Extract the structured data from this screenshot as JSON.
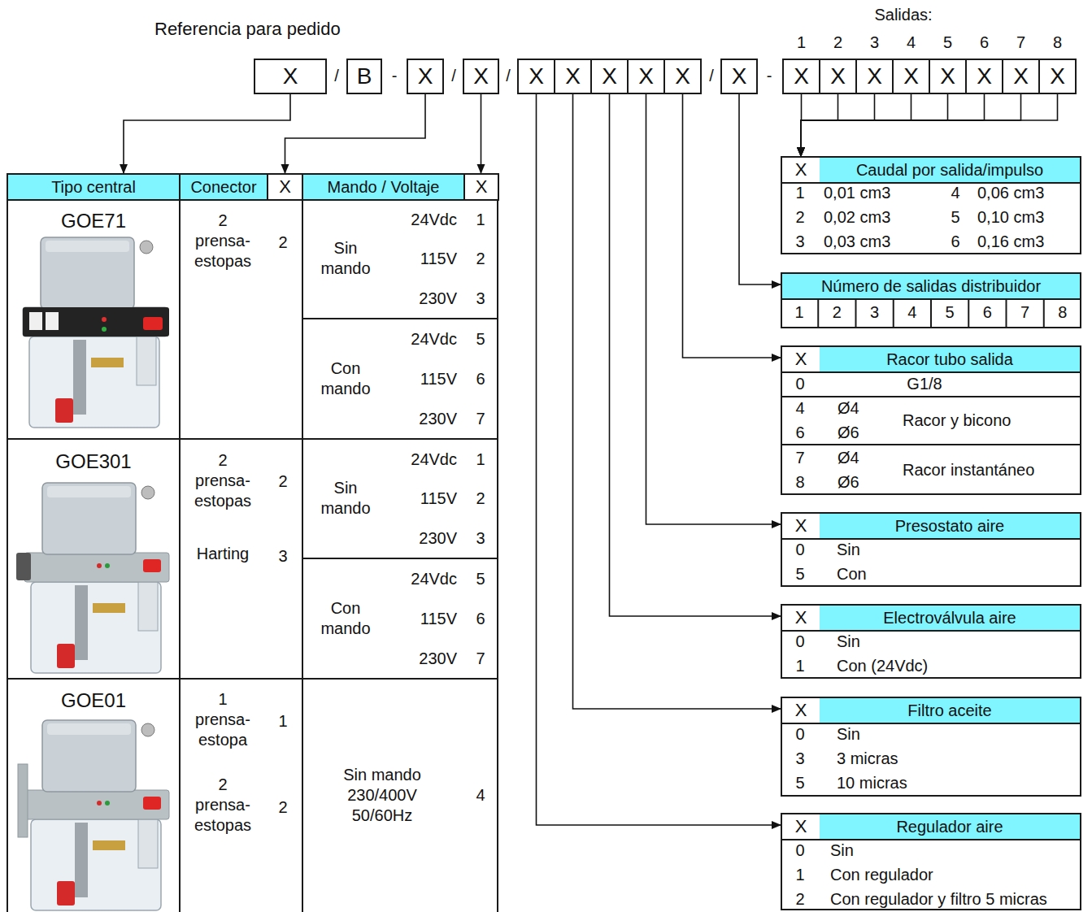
{
  "diagram": {
    "title": "Referencia para pedido",
    "nodes": [
      {
        "text": [
          "X"
        ]
      },
      {
        "text": [
          "B"
        ]
      },
      {
        "text": [
          "X"
        ]
      },
      {
        "text": [
          "X"
        ]
      },
      {
        "text": [
          "X"
        ]
      },
      {
        "text": [
          "X"
        ]
      },
      {
        "text": [
          "X"
        ]
      },
      {
        "text": [
          "X"
        ]
      },
      {
        "text": [
          "X"
        ]
      },
      {
        "text": [
          "X"
        ]
      },
      {
        "text": [
          "X"
        ]
      },
      {
        "text": [
          "X"
        ]
      },
      {
        "text": [
          "X"
        ]
      },
      {
        "text": [
          "X"
        ]
      },
      {
        "text": [
          "X"
        ]
      },
      {
        "text": [
          "X"
        ]
      },
      {
        "text": [
          "X"
        ]
      },
      {
        "text": [
          "X"
        ]
      },
      {
        "text": [
          "Tipo central"
        ]
      },
      {
        "text": [
          "Conector"
        ]
      },
      {
        "text": [
          "X"
        ]
      },
      {
        "text": [
          "Mando / Voltaje"
        ]
      },
      {
        "text": [
          "X"
        ]
      },
      {
        "text": [
          "X",
          "Caudal por salida/impulso"
        ]
      },
      {
        "text": [
          "Número de salidas distribuidor"
        ]
      },
      {
        "text": [
          "X",
          "Racor tubo salida"
        ]
      },
      {
        "text": [
          "X",
          "Presostato aire"
        ]
      },
      {
        "text": [
          "X",
          "Electroválvula aire"
        ]
      },
      {
        "text": [
          "X",
          "Filtro aceite"
        ]
      },
      {
        "text": [
          "X",
          "Regulador aire"
        ]
      }
    ],
    "edges": [
      {
        "from": 0,
        "to": 18,
        "arrow": "to"
      },
      {
        "from": 2,
        "to": 20,
        "arrow": "to"
      },
      {
        "from": 3,
        "to": 22,
        "arrow": "to"
      },
      {
        "from": 4,
        "to": 29,
        "arrow": "to"
      },
      {
        "from": 5,
        "to": 28,
        "arrow": "to"
      },
      {
        "from": 6,
        "to": 27,
        "arrow": "to"
      },
      {
        "from": 7,
        "to": 26,
        "arrow": "to"
      },
      {
        "from": 8,
        "to": 25,
        "arrow": "to"
      },
      {
        "from": 9,
        "to": 24,
        "arrow": "to"
      },
      {
        "from": 10,
        "to": 23,
        "arrow": "to"
      },
      {
        "from": 11,
        "to": 23,
        "arrow": "to"
      },
      {
        "from": 12,
        "to": 23,
        "arrow": "to"
      },
      {
        "from": 13,
        "to": 23,
        "arrow": "to"
      },
      {
        "from": 14,
        "to": 23,
        "arrow": "to"
      },
      {
        "from": 15,
        "to": 23,
        "arrow": "to"
      },
      {
        "from": 16,
        "to": 23,
        "arrow": "to"
      },
      {
        "from": 17,
        "to": 23,
        "arrow": "to"
      }
    ],
    "labels": [
      "Salidas:",
      "1",
      "2",
      "3",
      "4",
      "5",
      "6",
      "7",
      "8",
      "/",
      "-",
      "/",
      "/",
      "/",
      "-",
      "GOE71",
      "2 prensa- estopas",
      "2",
      "Sin mando",
      "24Vdc",
      "1",
      "115V",
      "2",
      "230V",
      "3",
      "Con mando",
      "24Vdc",
      "5",
      "115V",
      "6",
      "230V",
      "7",
      "GOE301",
      "2 prensa- estopas",
      "2",
      "Harting",
      "3",
      "Sin mando",
      "24Vdc",
      "1",
      "115V",
      "2",
      "230V",
      "3",
      "Con mando",
      "24Vdc",
      "5",
      "115V",
      "6",
      "230V",
      "7",
      "GOE01",
      "1 prensa- estopa",
      "1",
      "2 prensa- estopas",
      "2",
      "Sin mando 230/400V 50/60Hz",
      "4",
      "1",
      "0,01 cm3",
      "4",
      "0,06 cm3",
      "2",
      "0,02 cm3",
      "5",
      "0,10 cm3",
      "3",
      "0,03 cm3",
      "6",
      "0,16 cm3",
      "1",
      "2",
      "3",
      "4",
      "5",
      "6",
      "7",
      "8",
      "0",
      "G1/8",
      "4",
      "Ø4",
      "6",
      "Ø6",
      "Racor y bicono",
      "7",
      "Ø4",
      "8",
      "Ø6",
      "Racor instantáneo",
      "0",
      "Sin",
      "5",
      "Con",
      "0",
      "Sin",
      "1",
      "Con (24Vdc)",
      "0",
      "Sin",
      "3",
      "3 micras",
      "5",
      "10 micras",
      "0",
      "Sin",
      "1",
      "Con regulador",
      "2",
      "Con regulador y filtro 5 micras"
    ]
  }
}
